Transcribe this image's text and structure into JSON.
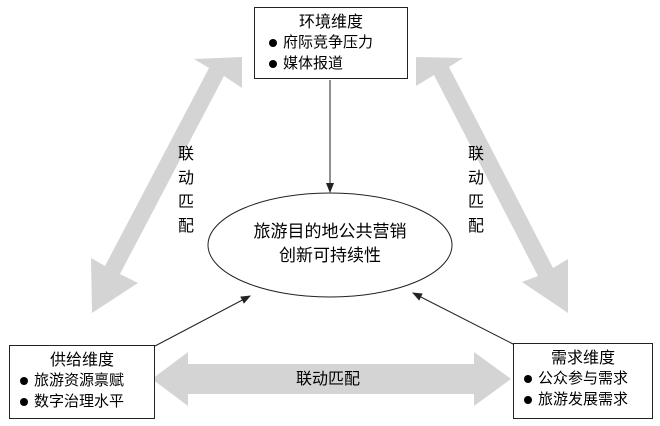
{
  "center": {
    "line1": "旅游目的地公共营销",
    "line2": "创新可持续性"
  },
  "env": {
    "title": "环境维度",
    "items": [
      "府际竞争压力",
      "媒体报道"
    ]
  },
  "supply": {
    "title": "供给维度",
    "items": [
      "旅游资源禀赋",
      "数字治理水平"
    ]
  },
  "demand": {
    "title": "需求维度",
    "items": [
      "公众参与需求",
      "旅游发展需求"
    ]
  },
  "links": {
    "left": "联动匹配",
    "right": "联动匹配",
    "bottom": "联动匹配"
  },
  "colors": {
    "arrow_fill": "#d4d4d4",
    "stroke": "#222222"
  }
}
